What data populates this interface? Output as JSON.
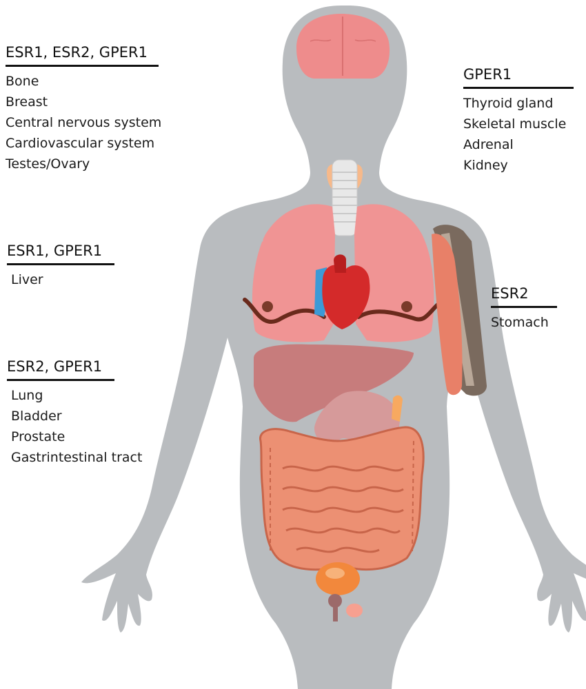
{
  "groups": [
    {
      "id": "g1",
      "header": "ESR1, ESR2, GPER1",
      "items": [
        "Bone",
        "Breast",
        "Central nervous system",
        "Cardiovascular system",
        "Testes/Ovary"
      ]
    },
    {
      "id": "g2",
      "header": "GPER1",
      "items": [
        "Thyroid gland",
        "Skeletal muscle",
        "Adrenal",
        "Kidney"
      ]
    },
    {
      "id": "g3",
      "header": "ESR1, GPER1",
      "items": [
        "Liver"
      ]
    },
    {
      "id": "g4",
      "header": "ESR2",
      "items": [
        "Stomach"
      ]
    },
    {
      "id": "g5",
      "header": "ESR2, GPER1",
      "items": [
        "Lung",
        "Bladder",
        "Prostate",
        "Gastrintestinal tract"
      ]
    }
  ],
  "colors": {
    "body": "#b9bcbf",
    "brain": "#ee8c8c",
    "lungs": "#f09494",
    "liver": "#c97474",
    "stomach": "#d69a9a",
    "intestine": "#ec9073",
    "intestine_outline": "#c8654a",
    "heart": "#d42a2a",
    "vessels": "#3d9ad6",
    "bladder": "#f2883c",
    "thyroid": "#f7b98a",
    "trachea": "#e8e8e8",
    "muscle": "#e88068",
    "bone": "#7a6a5e",
    "diaphragm": "#6a2a1c"
  }
}
